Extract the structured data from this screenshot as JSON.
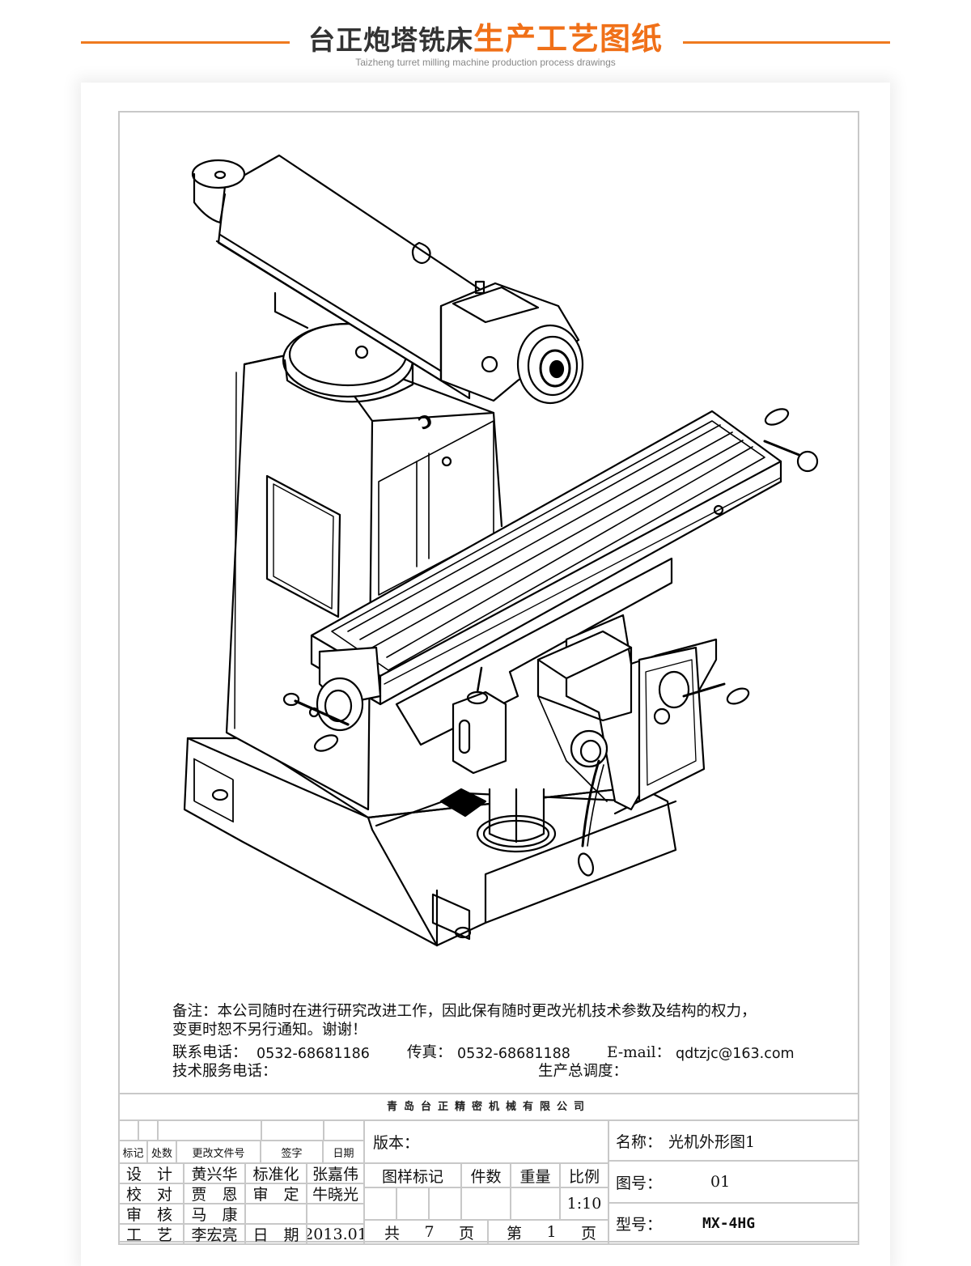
{
  "header": {
    "title_dark": "台正炮塔铣床",
    "title_accent": "生产工艺图纸",
    "subtitle": "Taizheng turret milling machine production process drawings",
    "accent_color": "#f07018",
    "line_color": "#ef7a1f"
  },
  "drawing": {
    "subject": "turret milling machine isometric outline drawing"
  },
  "notes": {
    "remark_line1": "备注：本公司随时在进行研究改进工作，因此保有随时更改光机技术参数及结构的权力，",
    "remark_line2": "变更时恕不另行通知。谢谢！",
    "phone_label": "联系电话：",
    "phone_value": "0532-68681186",
    "fax_label": "传真：",
    "fax_value": "0532-68681188",
    "email_label": "E-mail：",
    "email_value": "qdtzjc@163.com",
    "tech_service_label": "技术服务电话：",
    "production_dispatch_label": "生产总调度："
  },
  "title_block": {
    "company": "青岛台正精密机械有限公司",
    "revision_headers": [
      "标记",
      "处数",
      "更改文件号",
      "签字",
      "日期"
    ],
    "signatures": [
      {
        "role": "设　计",
        "name": "黄兴华",
        "role2": "标准化",
        "name2": "张嘉伟"
      },
      {
        "role": "校　对",
        "name": "贾　恩",
        "role2": "审　定",
        "name2": "牛晓光"
      },
      {
        "role": "审　核",
        "name": "马　康",
        "role2": "",
        "name2": ""
      },
      {
        "role": "工　艺",
        "name": "李宏亮",
        "role2": "日　期",
        "name2": "2013.01"
      }
    ],
    "version_label": "版本：",
    "pattern_mark_label": "图样标记",
    "quantity_label": "件数",
    "weight_label": "重量",
    "scale_label": "比例",
    "scale_value": "1:10",
    "total_pages_prefix": "共",
    "total_pages": "7",
    "page_suffix": "页",
    "page_prefix": "第",
    "page_number": "1",
    "page_suffix2": "页",
    "name_label": "名称：",
    "name_value": "光机外形图1",
    "drawing_no_label": "图号：",
    "drawing_no_value": "01",
    "model_label": "型号：",
    "model_value": "MX-4HG"
  }
}
